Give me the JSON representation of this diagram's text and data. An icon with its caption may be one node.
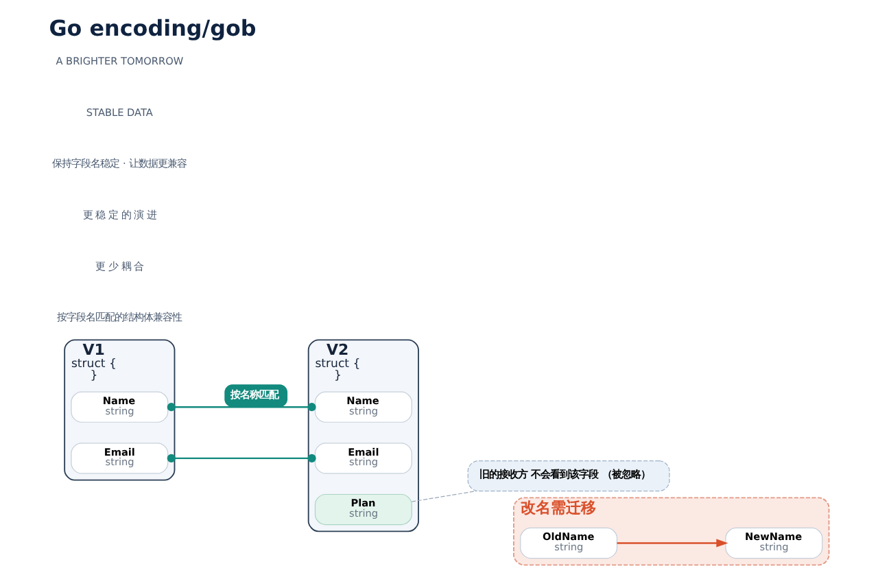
{
  "diagram": {
    "title": "Go encoding/gob",
    "nodes": [
      {
        "text": [
          "V1",
          "struct {",
          "}"
        ]
      },
      {
        "text": [
          "Name",
          "string"
        ],
        "in": 0
      },
      {
        "text": [
          "Email",
          "string"
        ],
        "in": 0
      },
      {
        "text": [
          "V2",
          "struct {",
          "}"
        ]
      },
      {
        "text": [
          "Name",
          "string"
        ],
        "in": 3
      },
      {
        "text": [
          "Email",
          "string"
        ],
        "in": 3
      },
      {
        "text": [
          "Plan",
          "string"
        ],
        "in": 3
      },
      {
        "text": [
          "旧的接收方 不会看到该字段 （被忽略）"
        ]
      },
      {
        "text": [
          "改名需迁移"
        ]
      },
      {
        "text": [
          "OldName",
          "string"
        ],
        "in": 8
      },
      {
        "text": [
          "NewName",
          "string"
        ],
        "in": 8
      }
    ],
    "edges": [
      {
        "from": 1,
        "to": 4,
        "arrow": "other",
        "label": "按名称匹配",
        "color": "#138a7e"
      },
      {
        "from": 2,
        "to": 5,
        "arrow": "other",
        "color": "#138a7e"
      },
      {
        "from": 6,
        "to": 7,
        "arrow": "none",
        "style": "dashed",
        "color": "#9aa8b8"
      },
      {
        "from": 9,
        "to": 10,
        "arrow": "to",
        "color": "#d9502b"
      }
    ],
    "labels": [
      "按字段名匹配的结构体兼容性",
      "更 少 耦 合",
      "更 稳 定 的 演 进",
      "保持字段名稳定 · 让数据更兼容",
      "STABLE DATA",
      "A BRIGHTER TOMORROW"
    ]
  }
}
